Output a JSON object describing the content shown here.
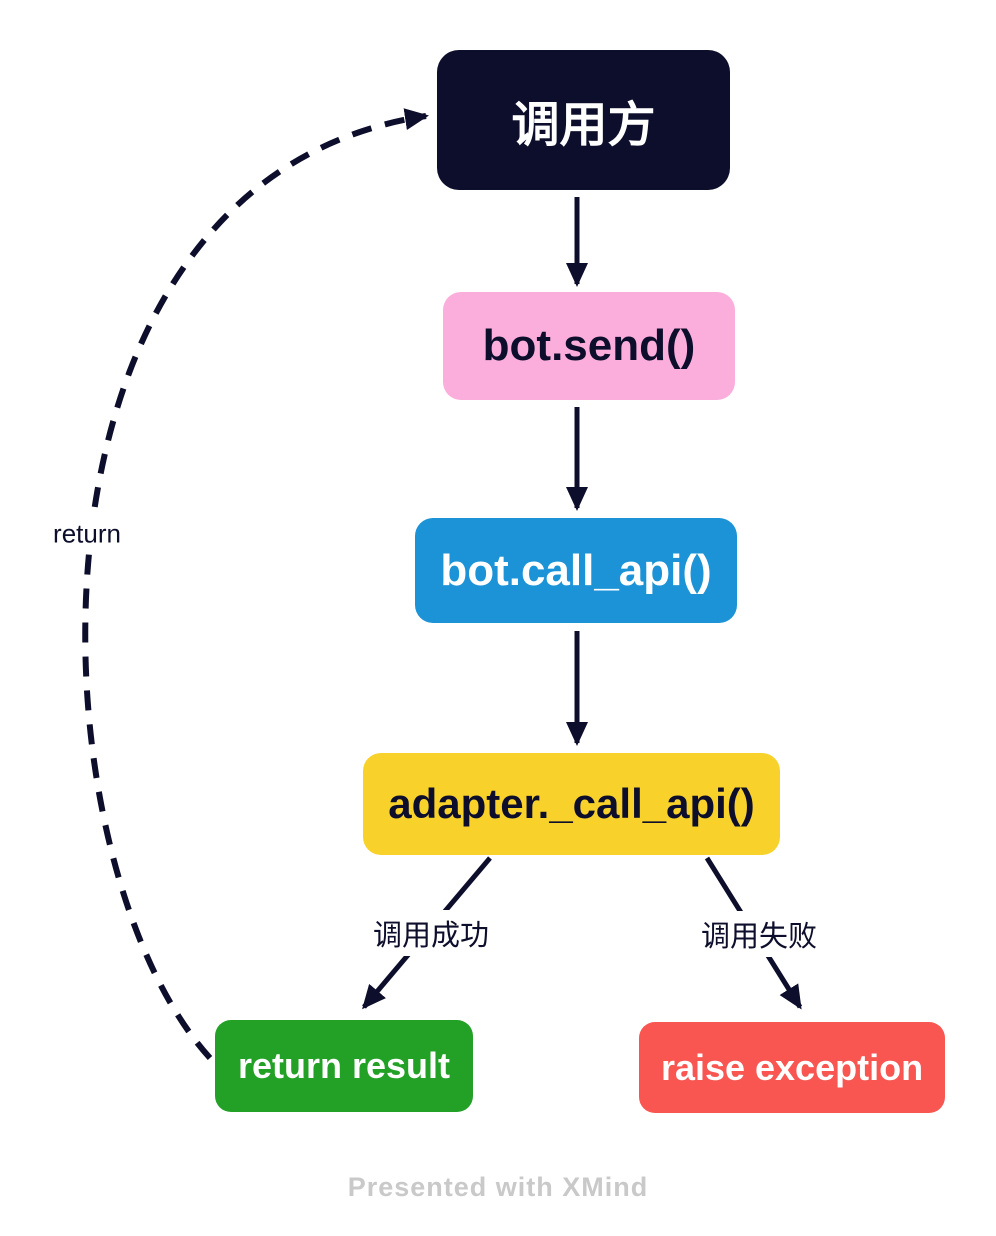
{
  "colors": {
    "navy": "#0d0e2b",
    "pink": "#fbaedb",
    "blue": "#1b93d6",
    "yellow": "#f8d12b",
    "green": "#23a127",
    "red": "#f95551",
    "white": "#ffffff",
    "watermark_gray": "#c9c9c9"
  },
  "nodes": {
    "caller": {
      "label": "调用方"
    },
    "bot_send": {
      "label": "bot.send()"
    },
    "bot_call_api": {
      "label": "bot.call_api()"
    },
    "adapter_call_api": {
      "label": "adapter._call_api()"
    },
    "return_result": {
      "label": "return result"
    },
    "raise_exception": {
      "label": "raise exception"
    }
  },
  "edges": [
    {
      "from": "调用方",
      "to": "bot.send()",
      "label": "",
      "style": "solid"
    },
    {
      "from": "bot.send()",
      "to": "bot.call_api()",
      "label": "",
      "style": "solid"
    },
    {
      "from": "bot.call_api()",
      "to": "adapter._call_api()",
      "label": "",
      "style": "solid"
    },
    {
      "from": "adapter._call_api()",
      "to": "return result",
      "label": "调用成功",
      "style": "solid"
    },
    {
      "from": "adapter._call_api()",
      "to": "raise exception",
      "label": "调用失败",
      "style": "solid"
    },
    {
      "from": "return result",
      "to": "调用方",
      "label": "return",
      "style": "dashed"
    }
  ],
  "footer": {
    "watermark": "Presented with XMind"
  }
}
